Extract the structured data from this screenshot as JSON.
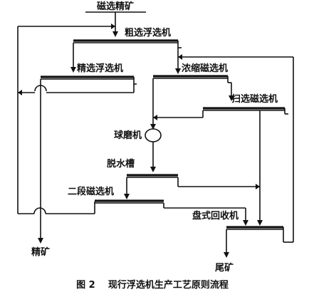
{
  "feed_label": "磁选精矿",
  "units": {
    "rough_flotation": "粗选浮选机",
    "cleaner_flotation": "精选浮选机",
    "thickening_magnetic": "浓缩磁选机",
    "scavenging_magnetic": "扫选磁选机",
    "ball_mill": "球磨机",
    "dewatering_tank": "脱水槽",
    "second_stage_magnetic": "二段磁选机",
    "disc_recovery": "盘式回收机"
  },
  "outputs": {
    "concentrate": "精矿",
    "tailings": "尾矿"
  },
  "caption": "图 2    现行浮选机生产工艺原则流程"
}
